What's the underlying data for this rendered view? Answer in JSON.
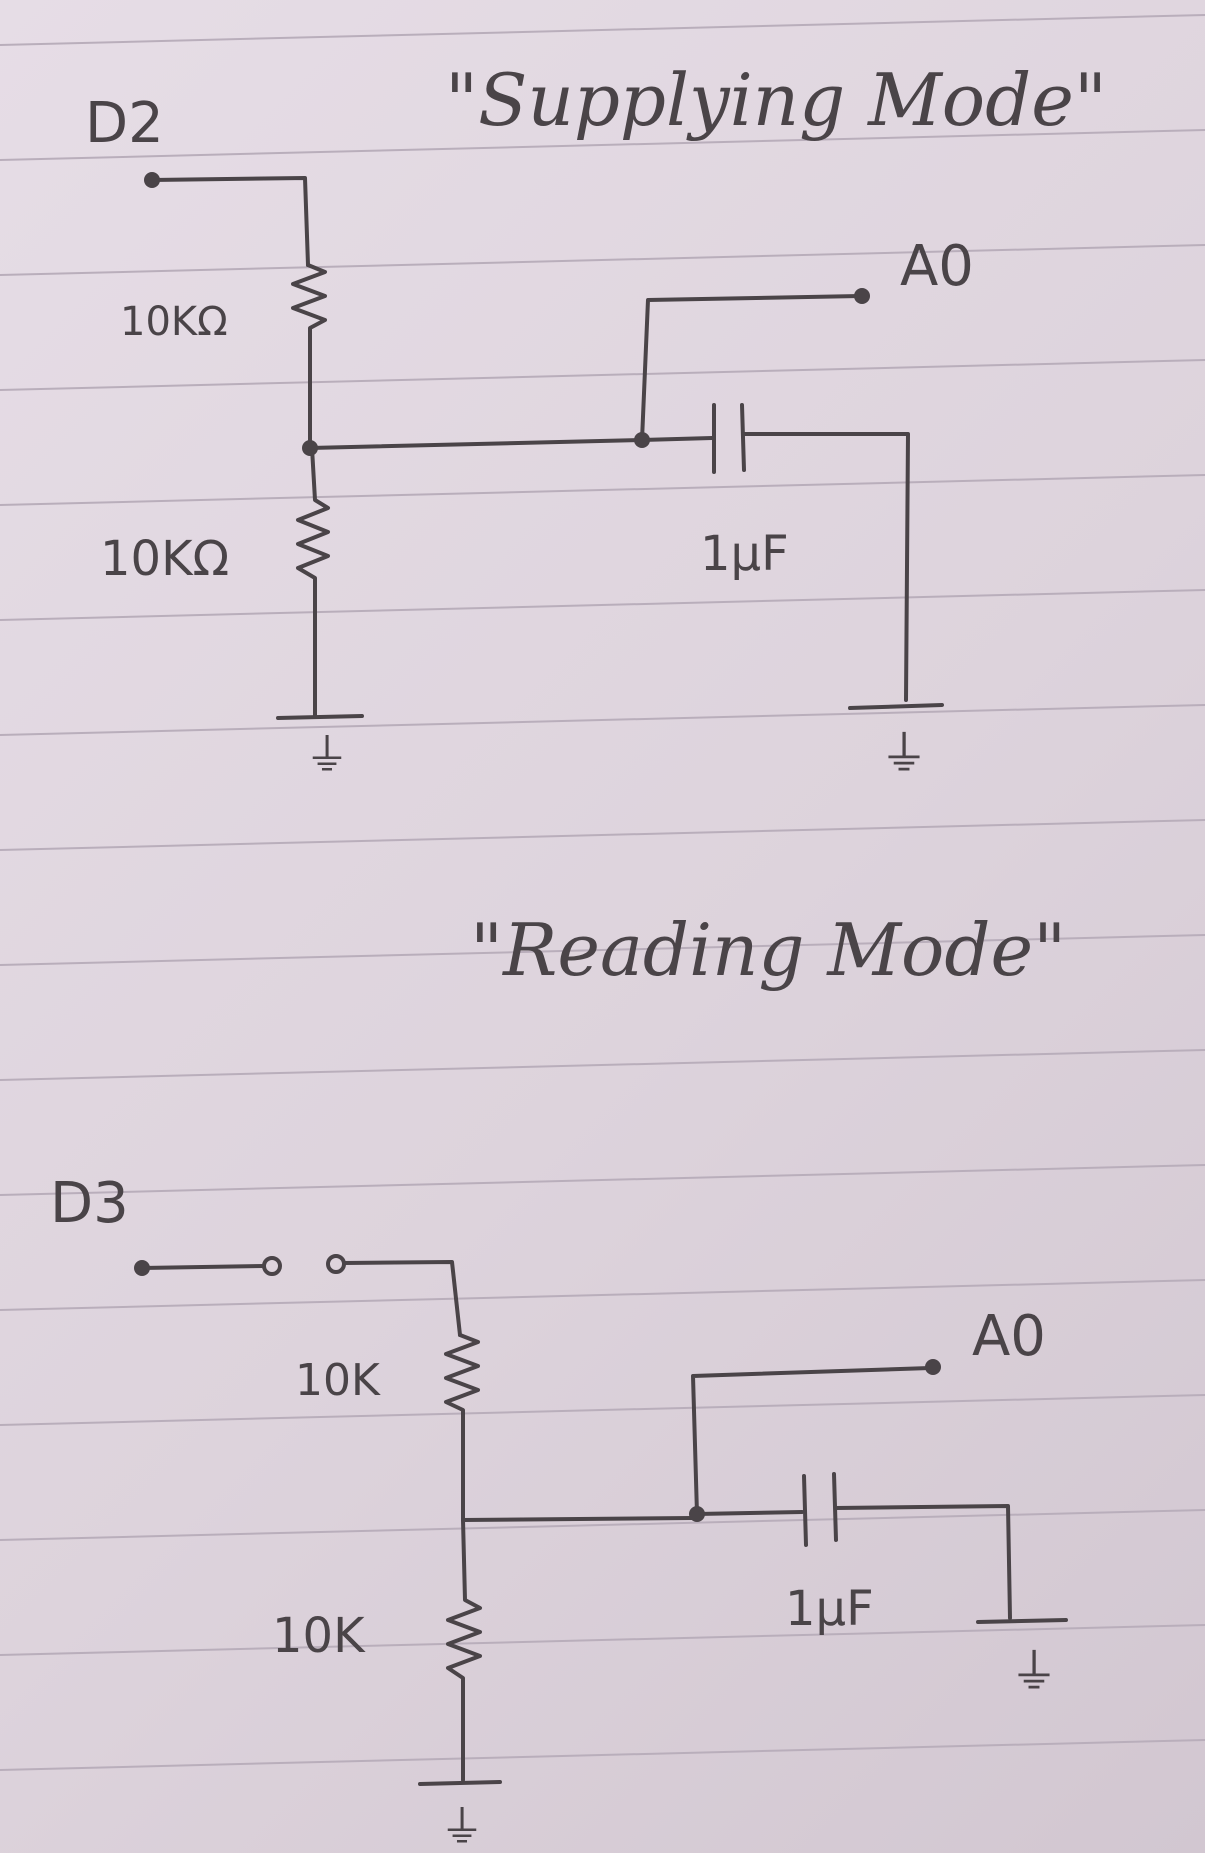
{
  "supplying": {
    "title": "\"Supplying Mode\"",
    "pin": "D2",
    "r_top": "10KΩ",
    "r_bottom": "10KΩ",
    "cap": "1µF",
    "output": "A0",
    "ground_a": "⏚",
    "ground_b": "⏚"
  },
  "reading": {
    "title": "\"Reading Mode\"",
    "pin": "D3",
    "r_top": "10K",
    "r_bottom": "10K",
    "cap": "1µF",
    "output": "A0",
    "ground_a": "⏚",
    "ground_b": "⏚"
  }
}
